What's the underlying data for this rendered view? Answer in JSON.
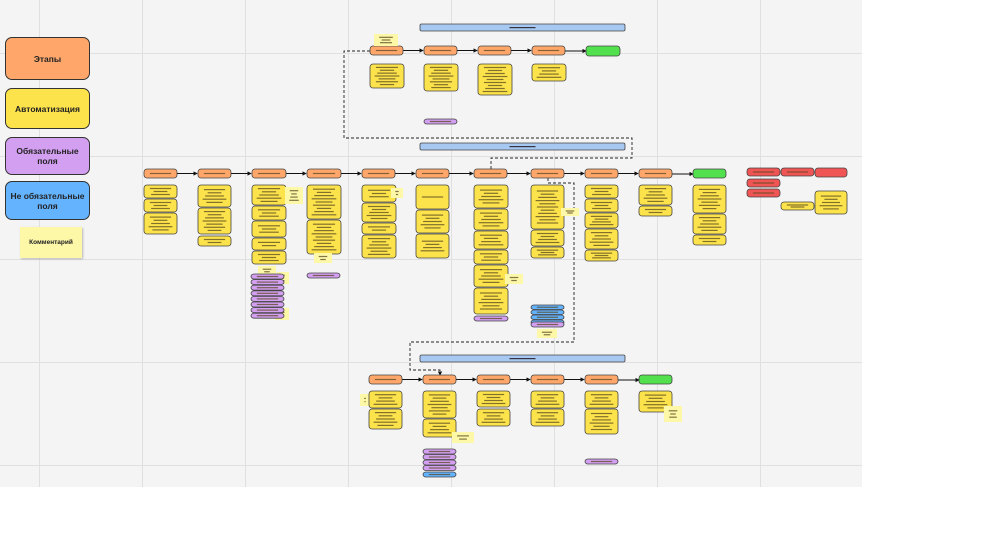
{
  "legend": [
    {
      "label": "Этапы",
      "color": "#ffa76b"
    },
    {
      "label": "Автоматизация",
      "color": "#fde34b"
    },
    {
      "label": "Обязательные поля",
      "color": "#d39ff0"
    },
    {
      "label": "Не обязательные поля",
      "color": "#64b3ff"
    }
  ],
  "comment_label": "Комментарий",
  "colors": {
    "stage": "#ffa76b",
    "automation": "#fde34b",
    "required": "#d39ff0",
    "optional": "#64b3ff",
    "success": "#53e04f",
    "fail": "#f05555",
    "comment": "#fdf7a8",
    "header": "#a7c8f0"
  },
  "pipelines": [
    {
      "name": "pipeline-top",
      "stage_count": 4
    },
    {
      "name": "pipeline-main",
      "stage_count": 10
    },
    {
      "name": "pipeline-bottom",
      "stage_count": 5
    }
  ]
}
